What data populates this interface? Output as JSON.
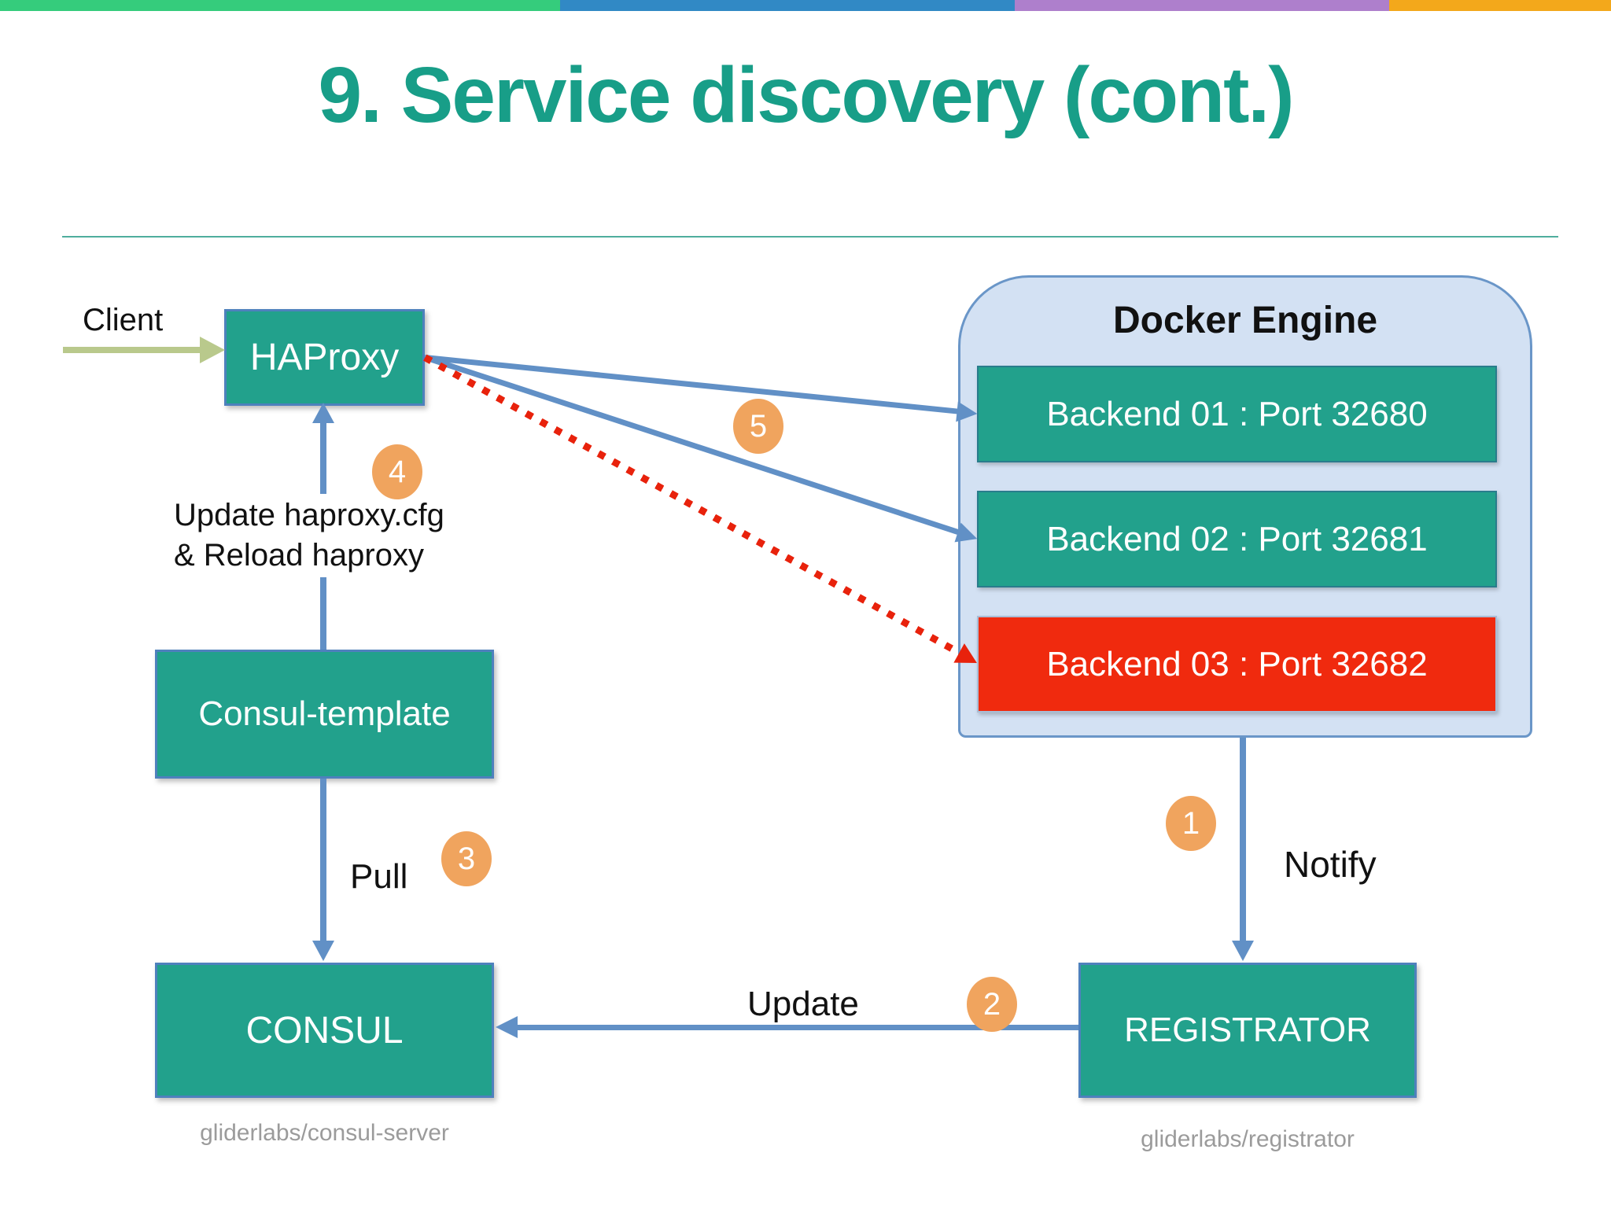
{
  "slide": {
    "title": "9. Service discovery (cont.)"
  },
  "top_bar_colors": [
    "#35CC7C",
    "#3189C5",
    "#AE7FCC",
    "#F3A81B"
  ],
  "nodes": {
    "client": "Client",
    "haproxy": "HAProxy",
    "consul_template": "Consul-template",
    "consul": "CONSUL",
    "registrator": "REGISTRATOR",
    "docker_engine": "Docker Engine"
  },
  "backends": [
    {
      "label": "Backend 01 : Port 32680",
      "color": "#22A18C"
    },
    {
      "label": "Backend 02 : Port 32681",
      "color": "#22A18C"
    },
    {
      "label": "Backend 03 : Port 32682",
      "color": "#F02A0E"
    }
  ],
  "labels": {
    "update_cfg_line1": "Update haproxy.cfg",
    "update_cfg_line2": "& Reload haproxy",
    "pull": "Pull",
    "update": "Update",
    "notify": "Notify"
  },
  "captions": {
    "consul": "gliderlabs/consul-server",
    "registrator": "gliderlabs/registrator"
  },
  "badges": [
    "1",
    "2",
    "3",
    "4",
    "5"
  ],
  "colors": {
    "title": "#189E88",
    "node_green": "#22A18C",
    "backend_red": "#F02A0E",
    "box_border_blue": "#4E81BD",
    "arrow_blue": "#6190C6",
    "arrow_red_dotted": "#E8220C",
    "badge_orange": "#F0A45E",
    "client_arrow_olive": "#B9C98C",
    "docker_fill": "#D3E1F3",
    "docker_border": "#6A96C8",
    "caption_gray": "#9B9B9B",
    "divider_teal": "#4FAE9D"
  }
}
